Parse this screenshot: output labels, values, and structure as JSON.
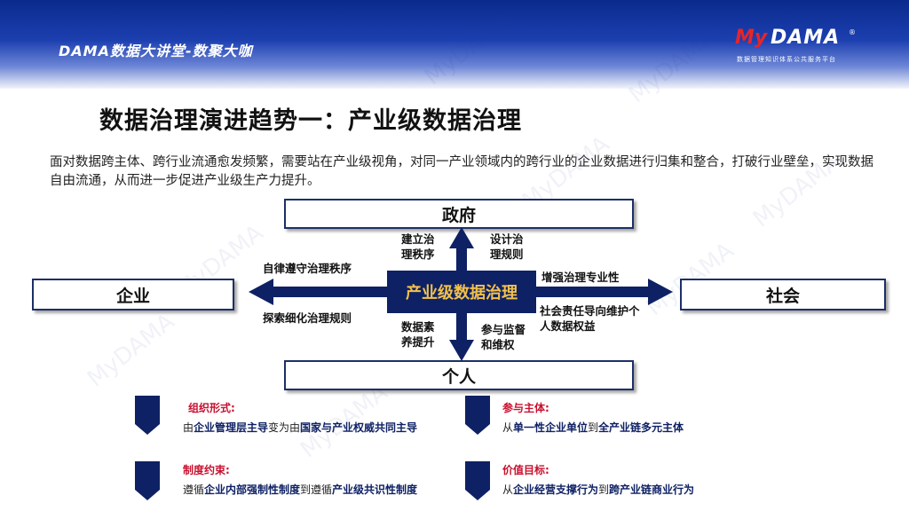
{
  "header": {
    "banner_title": "DAMA数据大讲堂-数聚大咖",
    "logo": {
      "my": "My",
      "dama": "DAMA",
      "reg": "®",
      "subtitle": "数据管理知识体系公共服务平台"
    }
  },
  "watermark": "MyDAMA",
  "page_title": "数据治理演进趋势一：产业级数据治理",
  "intro": "面对数据跨主体、跨行业流通愈发频繁，需要站在产业级视角，对同一产业领域内的跨行业的企业数据进行归集和整合，打破行业壁垒，实现数据自由流通，从而进一步促进产业级生产力提升。",
  "diagram": {
    "center": "产业级数据治理",
    "government": "政府",
    "individual": "个人",
    "enterprise": "企业",
    "society": "社会",
    "labels": {
      "gov_left": [
        "建立治",
        "理秩序"
      ],
      "gov_right": [
        "设计治",
        "理规则"
      ],
      "ent_top": "自律遵守治理秩序",
      "ent_bottom": "探索细化治理规则",
      "soc_top": "增强治理专业性",
      "soc_bottom": [
        "社会责任导向维护个",
        "人数据权益"
      ],
      "ind_left": [
        "数据素",
        "养提升"
      ],
      "ind_right": [
        "参与监督",
        "和维权"
      ]
    }
  },
  "sections": [
    {
      "head": "组织形式:",
      "parts": [
        "由",
        "企业管理层主导",
        "变为由",
        "国家与产业权威共同主导"
      ]
    },
    {
      "head": "参与主体:",
      "parts": [
        "从",
        "单一性企业单位",
        "到",
        "全产业链多元主体"
      ]
    },
    {
      "head": "制度约束:",
      "parts": [
        "遵循",
        "企业内部强制性制度",
        "到遵循",
        "产业级共识性制度"
      ]
    },
    {
      "head": "价值目标:",
      "parts": [
        "从",
        "企业经营支撑行为",
        "到",
        "跨产业链商业行为"
      ]
    }
  ],
  "colors": {
    "navy": "#0e2164",
    "accent_gold": "#f2c14b",
    "section_red": "#c8102e",
    "logo_red": "#e5252a"
  }
}
